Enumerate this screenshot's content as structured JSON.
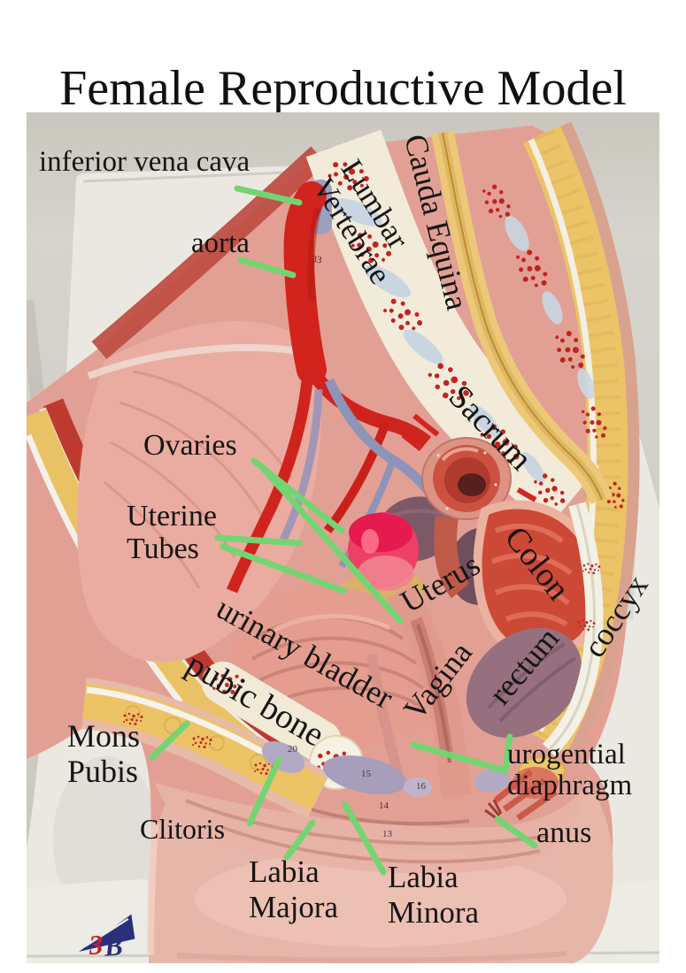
{
  "title": "Female Reproductive Model",
  "labels": {
    "inferior_vena_cava": "inferior vena cava",
    "aorta": "aorta",
    "lumbar_vertebrae": "Lumbar\nVertebrae",
    "cauda_equina": "Cauda Equina",
    "sacrum": "Sacrum",
    "ovaries": "Ovaries",
    "uterine_tubes": "Uterine\nTubes",
    "uterus": "Uterus",
    "colon": "Colon",
    "coccyx": "coccyx",
    "urinary_bladder": "urinary bladder",
    "pubic_bone": "pubic bone",
    "vagina": "Vagina",
    "rectum": "rectum",
    "mons_pubis": "Mons\nPubis",
    "urogential_diaphragm": "urogential\ndiaphragm",
    "clitoris": "Clitoris",
    "anus": "anus",
    "labia_majora": "Labia\nMajora",
    "labia_minora": "Labia\nMinora"
  },
  "logo": {
    "char1": "3",
    "char2": "B"
  },
  "model_numbers": {
    "n33": "33",
    "n20": "20",
    "n15": "15",
    "n16": "16",
    "n14": "14",
    "n13": "13"
  },
  "colors": {
    "leader_line": "#72d572",
    "label_text": "#151515"
  }
}
